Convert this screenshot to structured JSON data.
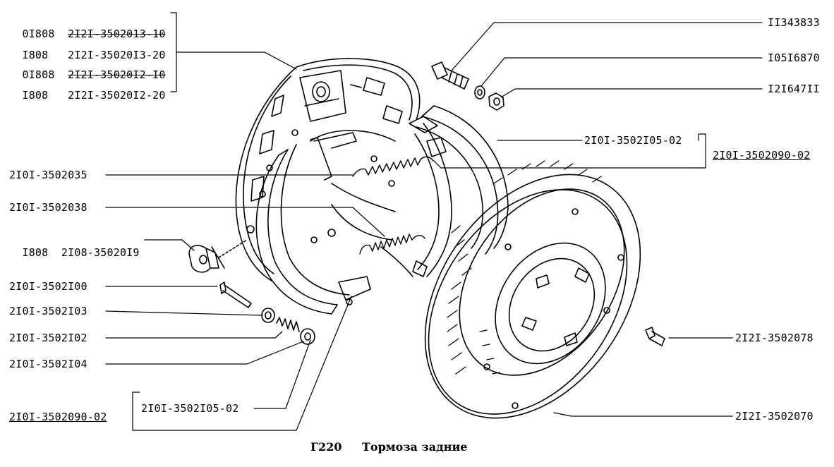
{
  "parts_top_left": [
    {
      "code": "0I808",
      "part": "2I2I-3502013-10",
      "crossed": true
    },
    {
      "code": "I808",
      "part": "2I2I-35020I3-20",
      "crossed": false
    },
    {
      "code": "0I808",
      "part": "2I2I-35020I2-I0",
      "crossed": true
    },
    {
      "code": "I808",
      "part": "2I2I-35020I2-20",
      "crossed": false
    }
  ],
  "labels_right": {
    "bolt": "II343833",
    "washer": "I05I6870",
    "nut": "I2I647II",
    "shoe_upper": "2I0I-3502I05-02",
    "shoe_assembly_upper": "2I0I-3502090-02",
    "drum_screw": "2I2I-3502078",
    "drum": "2I2I-3502070"
  },
  "labels_left": {
    "spring_upper": "2I0I-3502035",
    "spring_lower": "2I0I-3502038",
    "support_code": "I808",
    "support_part": "2I08-35020I9",
    "pin": "2I0I-3502I00",
    "cup": "2I0I-3502I03",
    "spring_small": "2I0I-3502I02",
    "cup_outer": "2I0I-3502I04",
    "shoe_lower": "2I0I-3502I05-02",
    "shoe_assembly_lower": "2I0I-3502090-02"
  },
  "caption": {
    "figure_number": "Г220",
    "title": "Тормоза задние"
  },
  "colors": {
    "ink": "#000000",
    "paper": "#ffffff"
  }
}
